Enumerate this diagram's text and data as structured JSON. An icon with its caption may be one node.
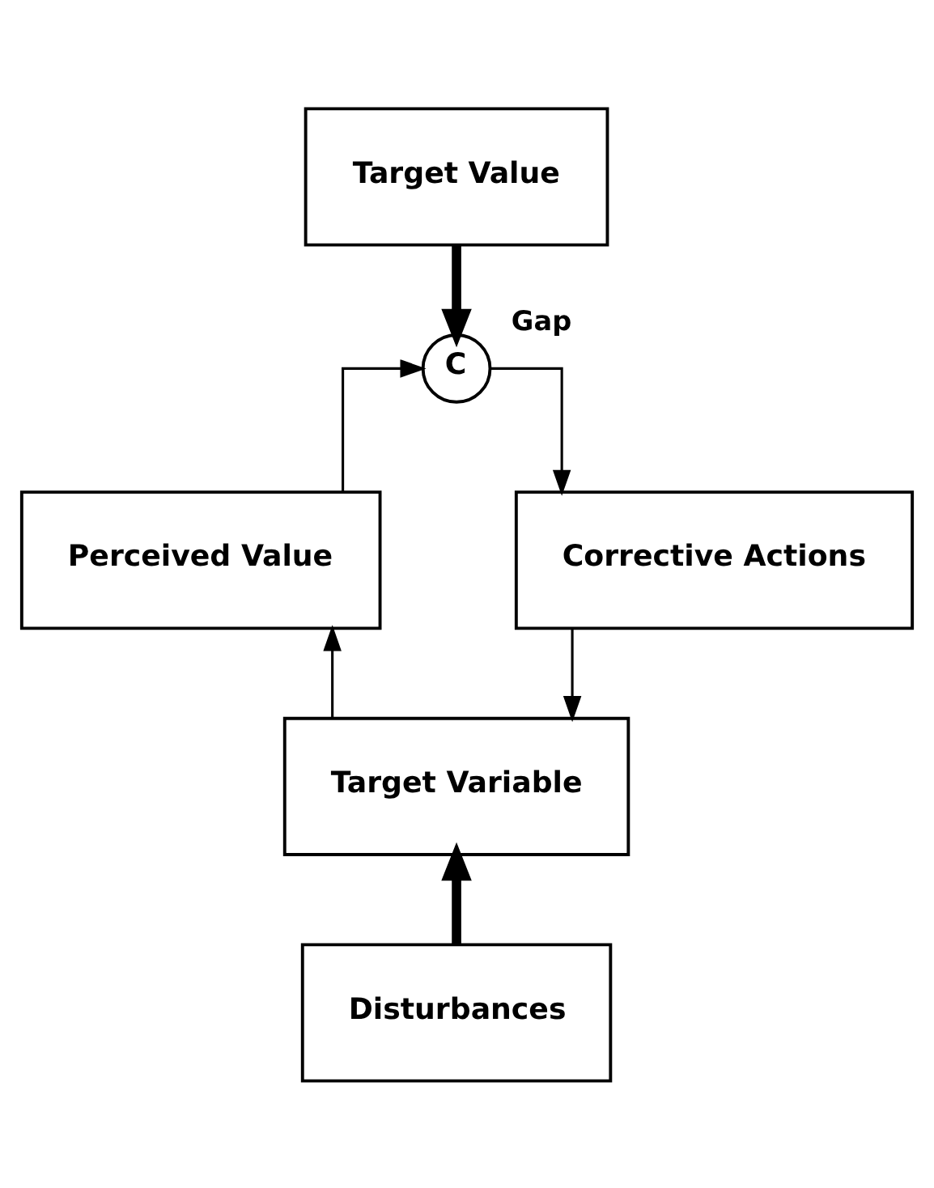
{
  "diagram": {
    "nodes": [
      {
        "text": [
          "Target Value"
        ]
      },
      {
        "text": [
          "C"
        ]
      },
      {
        "text": [
          "Perceived Value"
        ]
      },
      {
        "text": [
          "Corrective Actions"
        ]
      },
      {
        "text": [
          "Target Variable"
        ]
      },
      {
        "text": [
          "Disturbances"
        ]
      }
    ],
    "edges": [
      {
        "from": 0,
        "to": 1,
        "arrow": "to",
        "style": "thick"
      },
      {
        "from": 2,
        "to": 1,
        "arrow": "to"
      },
      {
        "from": 1,
        "to": 3,
        "arrow": "to",
        "label": "Gap"
      },
      {
        "from": 3,
        "to": 4,
        "arrow": "to"
      },
      {
        "from": 4,
        "to": 2,
        "arrow": "to"
      },
      {
        "from": 5,
        "to": 4,
        "arrow": "to",
        "style": "thick"
      }
    ]
  }
}
